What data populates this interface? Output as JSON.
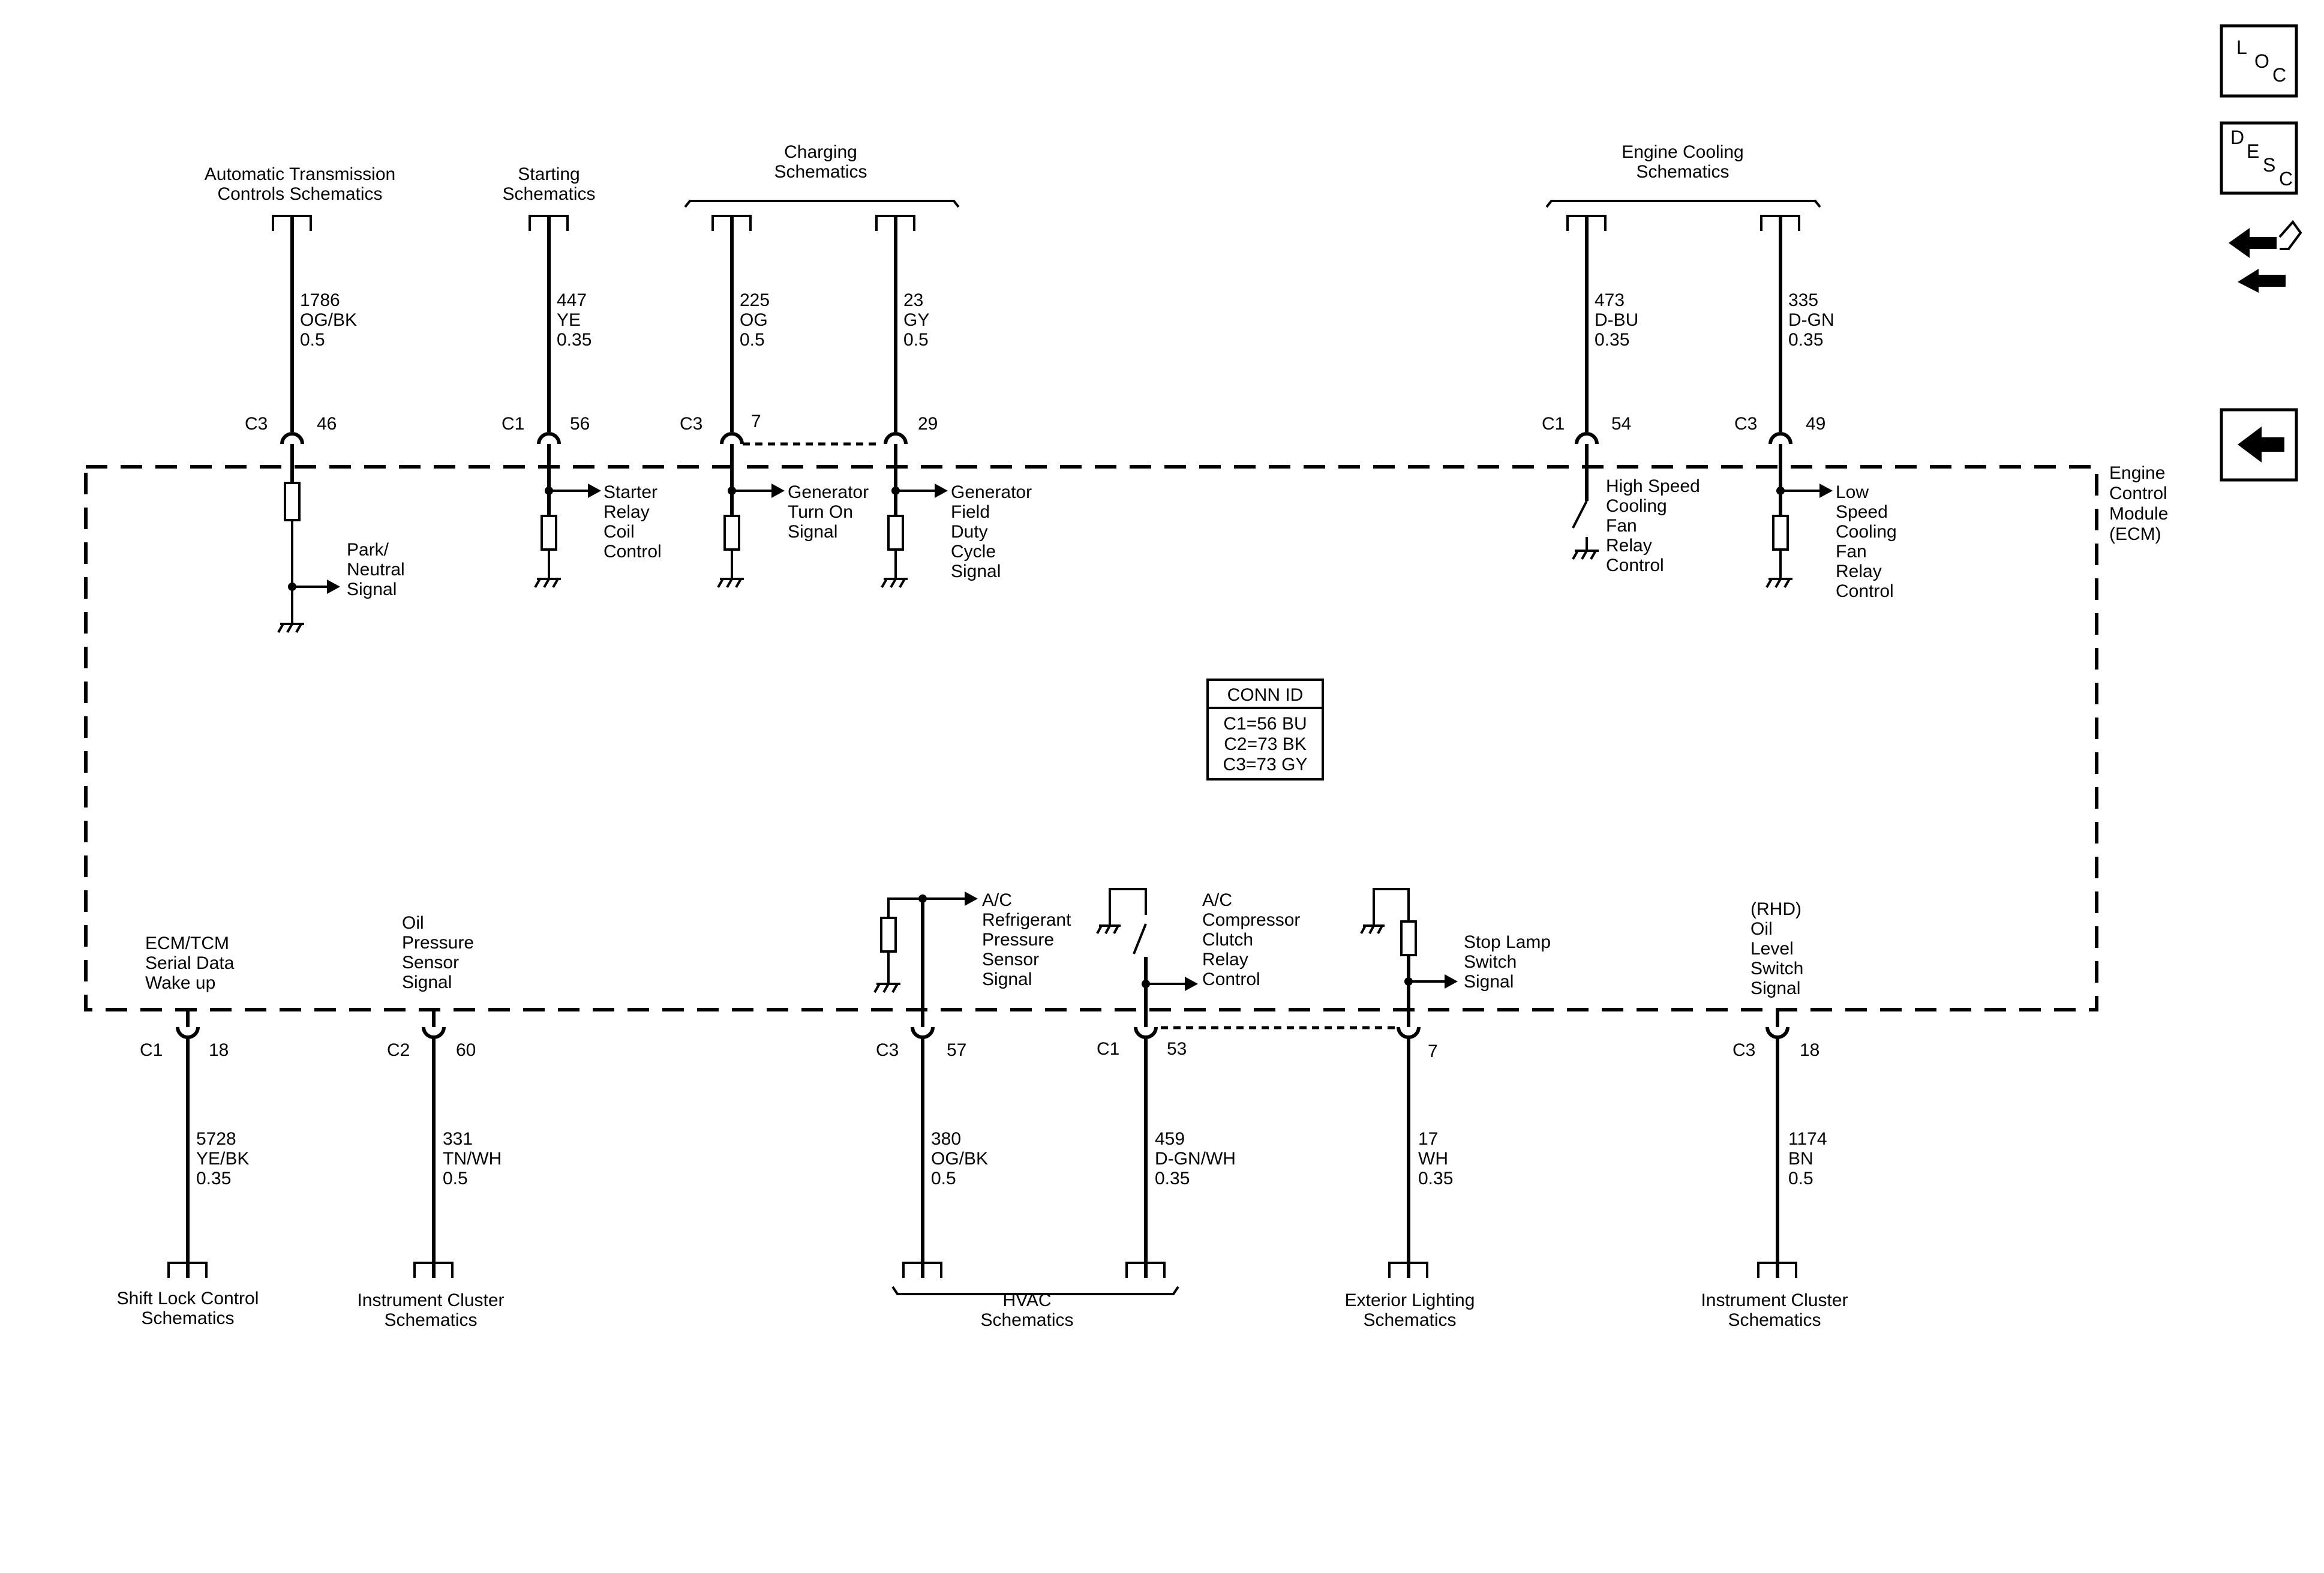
{
  "module": {
    "lines": [
      "Engine",
      "Control",
      "Module",
      "(ECM)"
    ]
  },
  "conn_id": {
    "title": "CONN ID",
    "rows": [
      "C1=56 BU",
      "C2=73 BK",
      "C3=73 GY"
    ]
  },
  "nav": {
    "loc": [
      "L",
      "O",
      "C"
    ],
    "desc": [
      "D",
      "E",
      "S",
      "C"
    ]
  },
  "top_groups": {
    "charging": [
      "Charging",
      "Schematics"
    ],
    "engine_cooling": [
      "Engine Cooling",
      "Schematics"
    ]
  },
  "bottom_groups": {
    "hvac": [
      "HVAC",
      "Schematics"
    ]
  },
  "top_circuits": [
    {
      "schematic": [
        "Automatic Transmission",
        "Controls Schematics"
      ],
      "wire": [
        "1786",
        "OG/BK",
        "0.5"
      ],
      "connector": "C3",
      "pin": "46",
      "signal": [
        "Park/",
        "Neutral",
        "Signal"
      ]
    },
    {
      "schematic": [
        "Starting",
        "Schematics"
      ],
      "wire": [
        "447",
        "YE",
        "0.35"
      ],
      "connector": "C1",
      "pin": "56",
      "signal": [
        "Starter",
        "Relay",
        "Coil",
        "Control"
      ]
    },
    {
      "schematic": [],
      "wire": [
        "225",
        "OG",
        "0.5"
      ],
      "connector": "C3",
      "pin": "7",
      "signal": [
        "Generator",
        "Turn On",
        "Signal"
      ]
    },
    {
      "schematic": [],
      "wire": [
        "23",
        "GY",
        "0.5"
      ],
      "connector": "",
      "pin": "29",
      "signal": [
        "Generator",
        "Field",
        "Duty",
        "Cycle",
        "Signal"
      ]
    },
    {
      "schematic": [],
      "wire": [
        "473",
        "D-BU",
        "0.35"
      ],
      "connector": "C1",
      "pin": "54",
      "signal": [
        "High Speed",
        "Cooling",
        "Fan",
        "Relay",
        "Control"
      ]
    },
    {
      "schematic": [],
      "wire": [
        "335",
        "D-GN",
        "0.35"
      ],
      "connector": "C3",
      "pin": "49",
      "signal": [
        "Low",
        "Speed",
        "Cooling",
        "Fan",
        "Relay",
        "Control"
      ]
    }
  ],
  "bottom_circuits": [
    {
      "signal": [
        "ECM/TCM",
        "Serial Data",
        "Wake up"
      ],
      "connector": "C1",
      "pin": "18",
      "wire": [
        "5728",
        "YE/BK",
        "0.35"
      ],
      "schematic": [
        "Shift Lock Control",
        "Schematics"
      ]
    },
    {
      "signal": [
        "Oil",
        "Pressure",
        "Sensor",
        "Signal"
      ],
      "connector": "C2",
      "pin": "60",
      "wire": [
        "331",
        "TN/WH",
        "0.5"
      ],
      "schematic": [
        "Instrument Cluster",
        "Schematics"
      ]
    },
    {
      "signal": [
        "A/C",
        "Refrigerant",
        "Pressure",
        "Sensor",
        "Signal"
      ],
      "connector": "C3",
      "pin": "57",
      "wire": [
        "380",
        "OG/BK",
        "0.5"
      ],
      "schematic": []
    },
    {
      "signal": [
        "A/C",
        "Compressor",
        "Clutch",
        "Relay",
        "Control"
      ],
      "connector": "C1",
      "pin": "53",
      "wire": [
        "459",
        "D-GN/WH",
        "0.35"
      ],
      "schematic": []
    },
    {
      "signal": [
        "Stop Lamp",
        "Switch",
        "Signal"
      ],
      "connector": "",
      "pin": "7",
      "wire": [
        "17",
        "WH",
        "0.35"
      ],
      "schematic": [
        "Exterior Lighting",
        "Schematics"
      ]
    },
    {
      "signal": [
        "(RHD)",
        "Oil",
        "Level",
        "Switch",
        "Signal"
      ],
      "connector": "C3",
      "pin": "18",
      "wire": [
        "1174",
        "BN",
        "0.5"
      ],
      "schematic": [
        "Instrument Cluster",
        "Schematics"
      ]
    }
  ]
}
